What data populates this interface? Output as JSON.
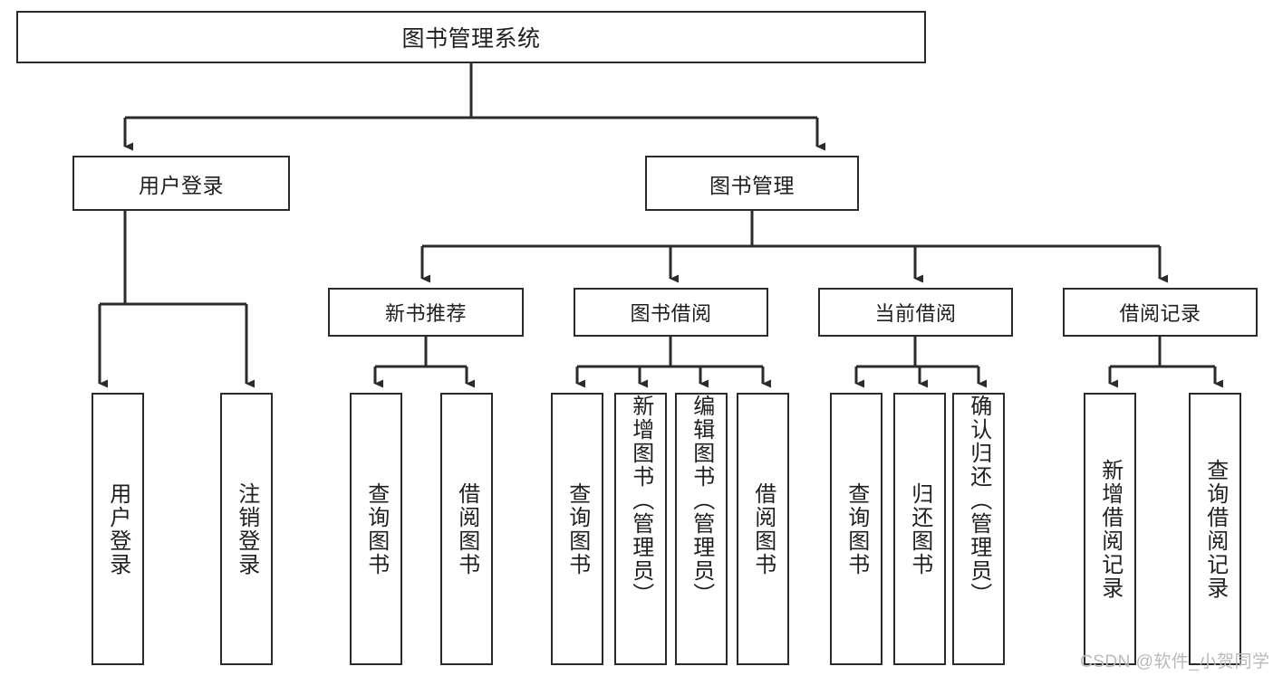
{
  "diagram": {
    "type": "tree-hierarchy-chart",
    "title": "图书管理系统",
    "stroke_color": "#2b2b2b",
    "fill_color": "#ffffff",
    "background_color": "#ffffff",
    "root": {
      "label": "图书管理系统"
    },
    "level2": [
      {
        "label": "用户登录"
      },
      {
        "label": "图书管理"
      }
    ],
    "level3": [
      {
        "label": "新书推荐"
      },
      {
        "label": "图书借阅"
      },
      {
        "label": "当前借阅"
      },
      {
        "label": "借阅记录"
      }
    ],
    "leaves": {
      "user_login": [
        {
          "label": "用户登录"
        },
        {
          "label": "注销登录"
        }
      ],
      "new_book_recommend": [
        {
          "label": "查询图书"
        },
        {
          "label": "借阅图书"
        }
      ],
      "book_borrow": [
        {
          "label": "查询图书"
        },
        {
          "label": "新增图书（管理员）"
        },
        {
          "label": "编辑图书（管理员）"
        },
        {
          "label": "借阅图书"
        }
      ],
      "current_borrow": [
        {
          "label": "查询图书"
        },
        {
          "label": "归还图书"
        },
        {
          "label": "确认归还（管理员）"
        }
      ],
      "borrow_record": [
        {
          "label": "新增借阅记录"
        },
        {
          "label": "查询借阅记录"
        }
      ]
    }
  },
  "watermark": {
    "text": "CSDN @软件_小贺同学"
  }
}
